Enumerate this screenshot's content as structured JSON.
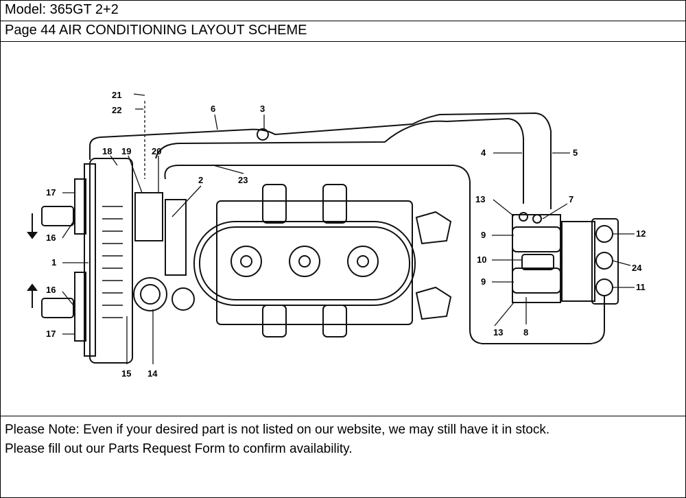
{
  "header": {
    "model": "Model: 365GT 2+2",
    "page": "Page 44  AIR CONDITIONING LAYOUT SCHEME"
  },
  "diagram": {
    "callouts": [
      "1",
      "2",
      "3",
      "4",
      "5",
      "6",
      "7",
      "8",
      "9",
      "9",
      "10",
      "11",
      "12",
      "13",
      "13",
      "14",
      "15",
      "16",
      "16",
      "17",
      "17",
      "18",
      "19",
      "20",
      "21",
      "22",
      "23",
      "24"
    ]
  },
  "footer": {
    "line1": "Please Note: Even if your desired part is not listed on our website, we may still have it in stock.",
    "line2": "Please fill out our Parts Request Form to confirm availability."
  }
}
